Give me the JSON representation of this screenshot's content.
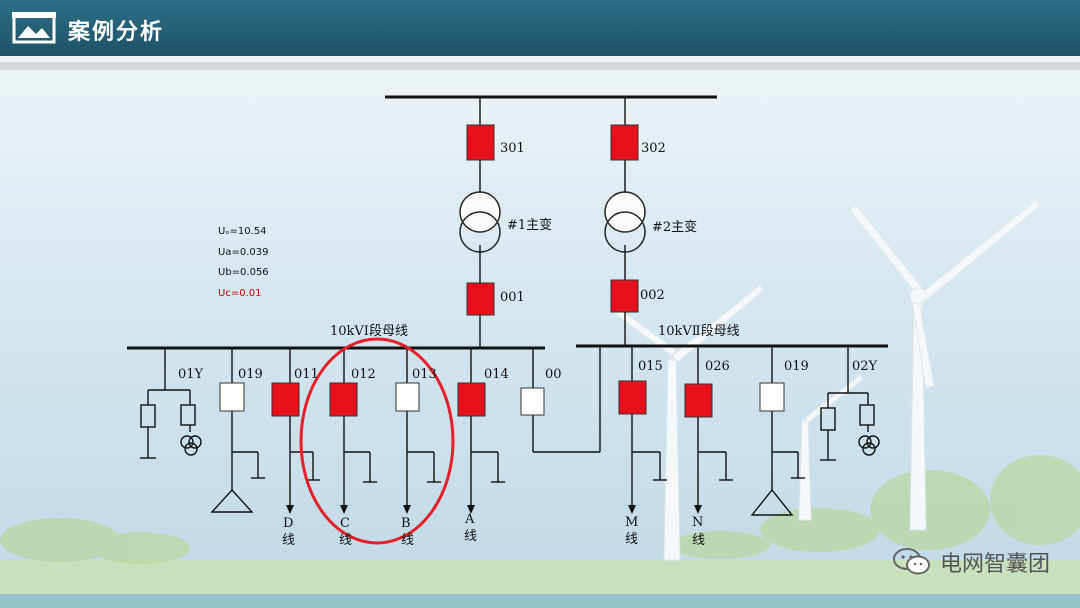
{
  "header": {
    "title": "案例分析"
  },
  "measurements": [
    {
      "text": "Uₒ=10.54",
      "color": "#111111"
    },
    {
      "text": "Ua=0.039",
      "color": "#111111"
    },
    {
      "text": "Ub=0.056",
      "color": "#111111"
    },
    {
      "text": "Uc=0.01",
      "color": "#cc0000"
    }
  ],
  "diagram": {
    "breakers_top": [
      "301",
      "302"
    ],
    "transformers": [
      "#1主变",
      "#2主变"
    ],
    "breakers_low": [
      "001",
      "002"
    ],
    "buses": [
      "10kVⅠ段母线",
      "10kVⅡ段母线"
    ],
    "feeders": [
      "01Y",
      "019",
      "011",
      "012",
      "013",
      "014",
      "00",
      "015",
      "026",
      "019",
      "02Y"
    ],
    "lines": [
      {
        "letter": "D",
        "suffix": "线"
      },
      {
        "letter": "C",
        "suffix": "线"
      },
      {
        "letter": "B",
        "suffix": "线"
      },
      {
        "letter": "A",
        "suffix": "线"
      },
      {
        "letter": "M",
        "suffix": "线"
      },
      {
        "letter": "N",
        "suffix": "线"
      }
    ]
  },
  "colors": {
    "breaker_closed": "#e8101a",
    "breaker_open": "#ffffff",
    "highlight": "#e3202a",
    "header": "#245d75"
  },
  "watermark": {
    "text": "电网智囊团",
    "icon": "wechat-icon"
  }
}
